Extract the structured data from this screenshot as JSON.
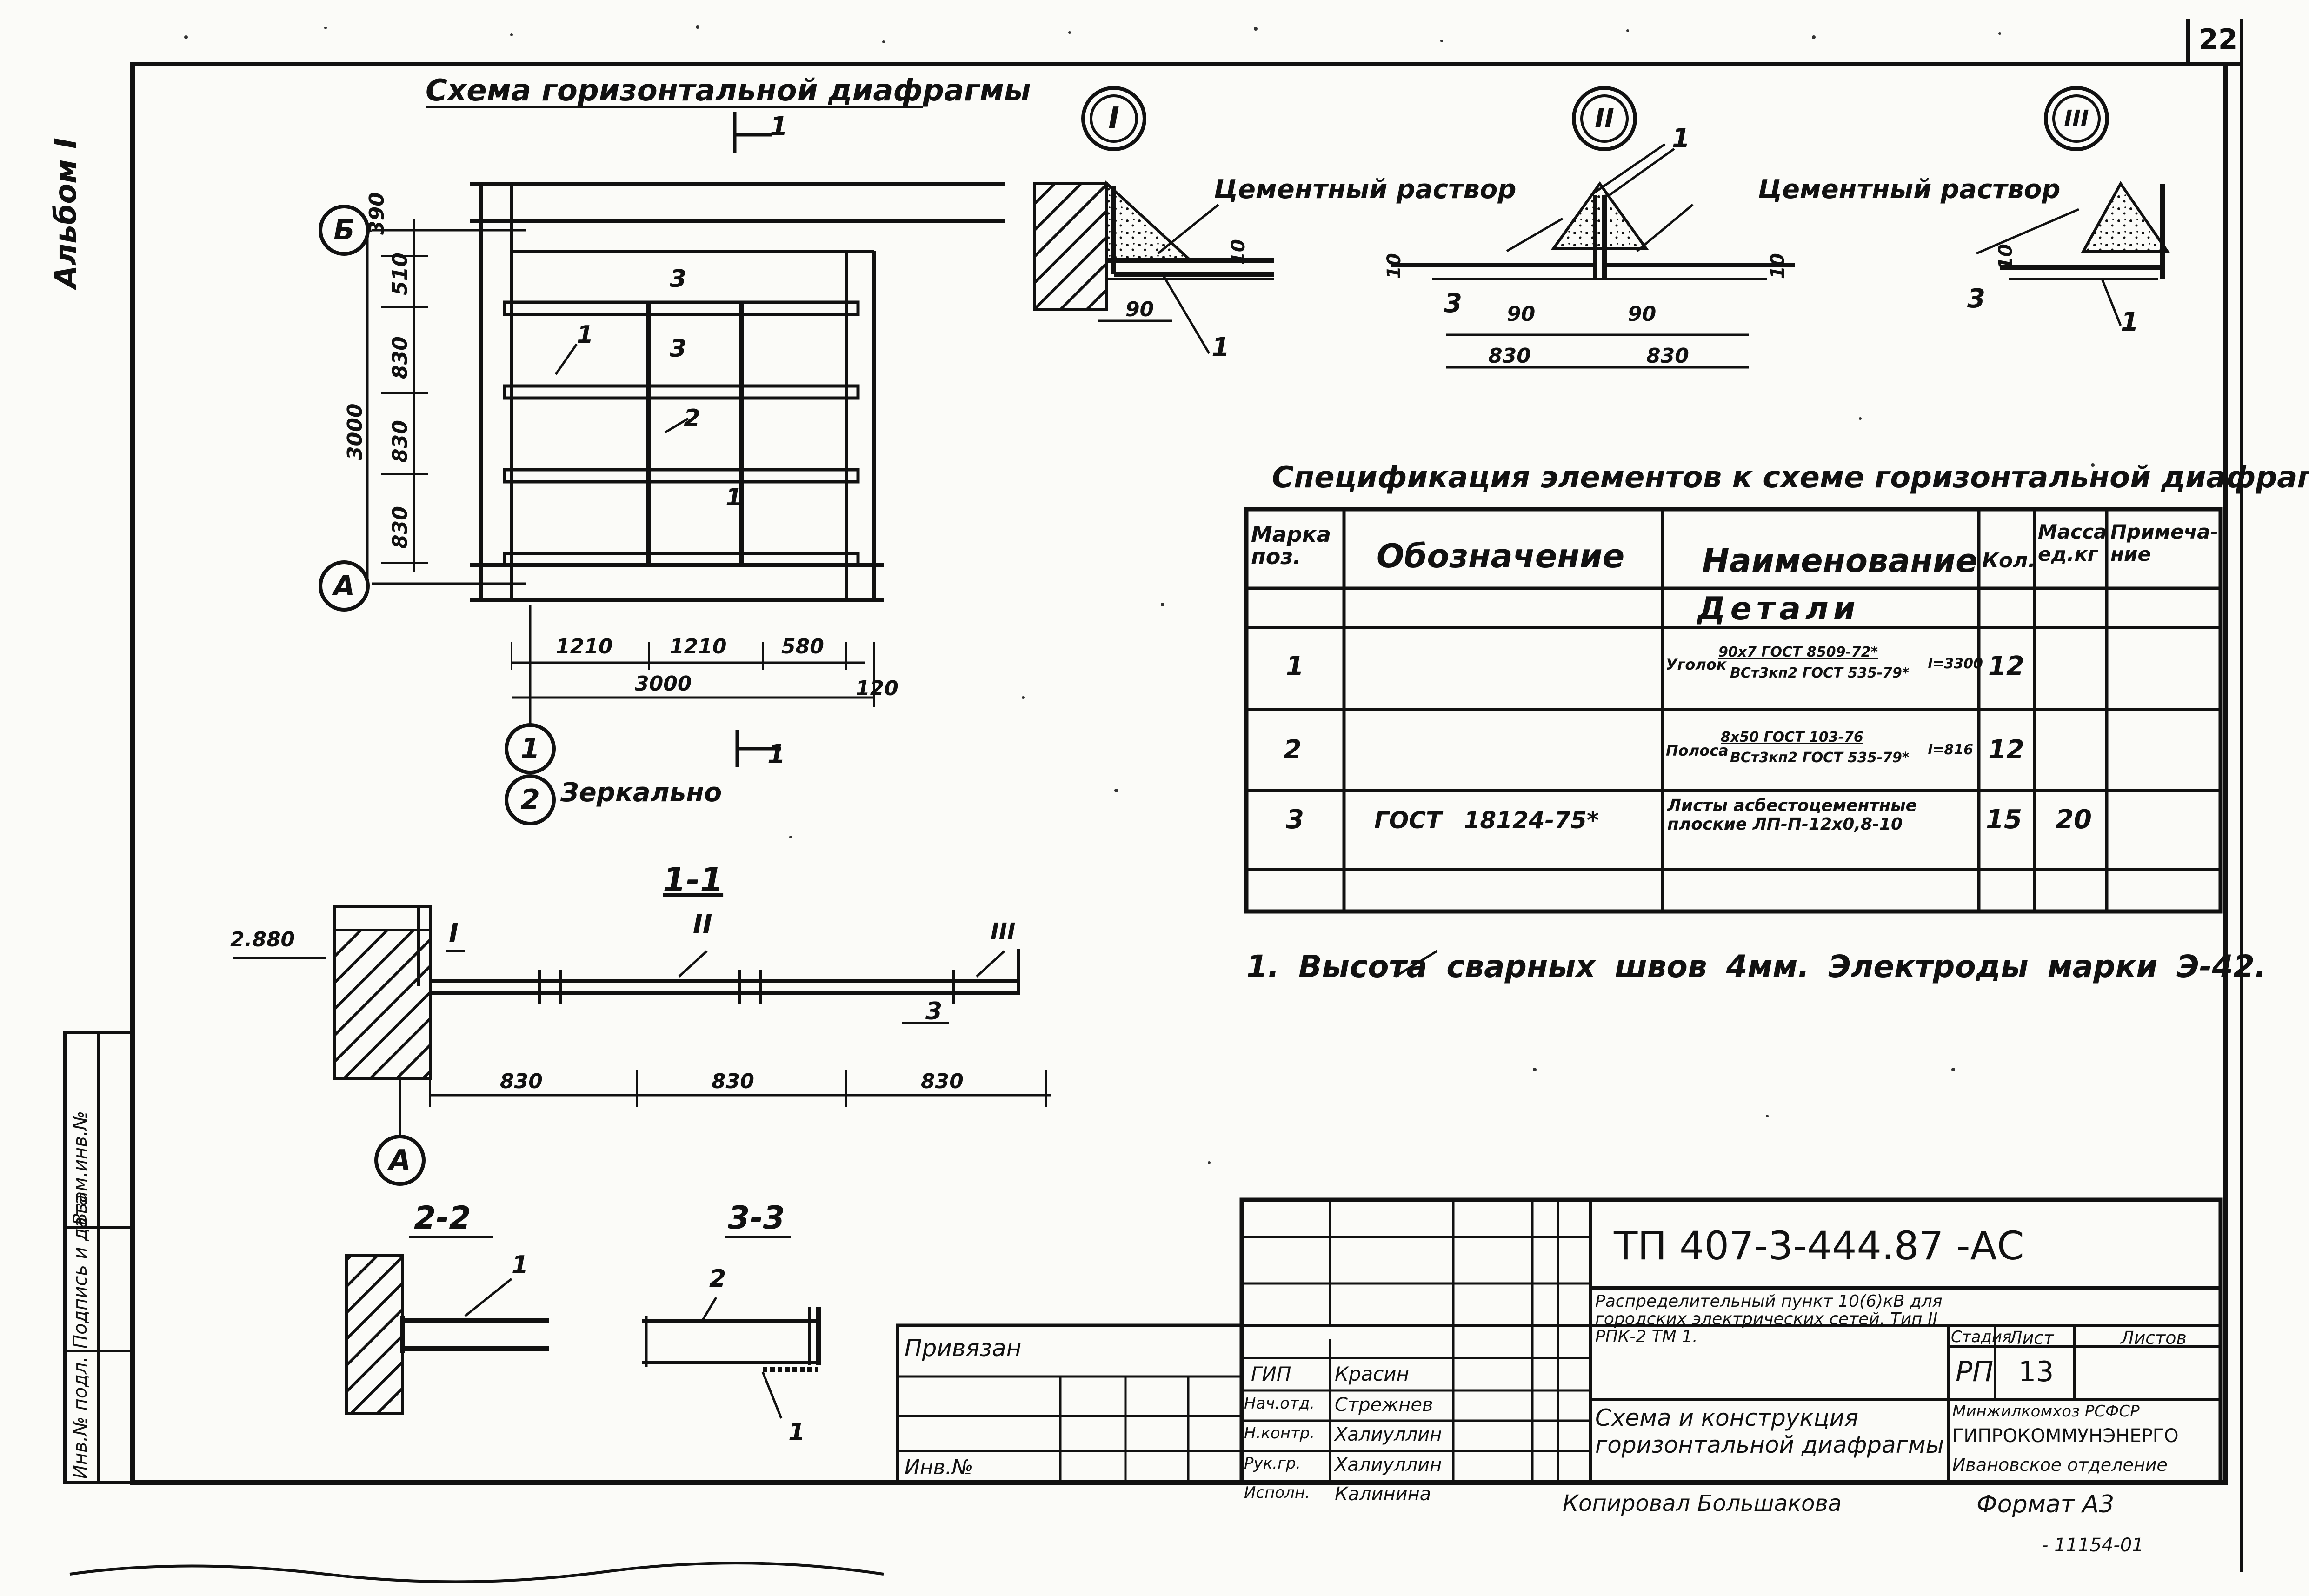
{
  "sheet_number": "22",
  "album": "Альбом I",
  "left_stamp": {
    "field1": "Инв.№ подл.",
    "field2": "Подпись и дата",
    "field3": "Взам.инв.№"
  },
  "plan": {
    "title": "Схема горизонтальной диафрагмы",
    "section_mark": "1",
    "axis_b": "Б",
    "axis_a": "А",
    "axis_1": "1",
    "axis_2": "2",
    "mirror": "Зеркально",
    "vertical_dims": [
      "390",
      "510",
      "830",
      "830",
      "830",
      "3000"
    ],
    "horizontal_dims": [
      "1210",
      "1210",
      "580",
      "3000",
      "120"
    ],
    "labels": [
      "1",
      "2",
      "3",
      "3",
      "1"
    ]
  },
  "details": {
    "node_I": "I",
    "node_II": "II",
    "node_III": "III",
    "mortar1": "Цементный раствор",
    "mortar2": "Цементный раствор",
    "dims": [
      "90",
      "90",
      "90",
      "830",
      "830",
      "10",
      "10",
      "10",
      "10"
    ],
    "labels": [
      "1",
      "1",
      "1",
      "3",
      "3",
      "1"
    ]
  },
  "section11": {
    "title": "1-1",
    "level": "2.880",
    "nodes": [
      "I",
      "II",
      "III"
    ],
    "dims": [
      "830",
      "830",
      "830"
    ],
    "label3": "3",
    "axis_a": "А"
  },
  "section22": {
    "title": "2-2",
    "label": "1"
  },
  "section33": {
    "title": "3-3",
    "label2": "2",
    "label1": "1"
  },
  "spec": {
    "title": "Спецификация элементов к схеме горизонтальной диафрагмы",
    "headers": [
      "Марка поз.",
      "Обозначение",
      "Наименование",
      "Кол.",
      "Масса ед.кг",
      "Примеча-ние"
    ],
    "group": "Детали",
    "rows": [
      {
        "pos": "1",
        "designation": "",
        "name_prefix": "Уголок",
        "name_top": "90х7 ГОСТ 8509-72*",
        "name_bottom": "ВСт3кп2 ГОСТ 535-79*",
        "length": "l=3300",
        "qty": "12",
        "mass": "",
        "note": ""
      },
      {
        "pos": "2",
        "designation": "",
        "name_prefix": "Полоса",
        "name_top": "8х50 ГОСТ 103-76",
        "name_bottom": "ВСт3кп2 ГОСТ 535-79*",
        "length": "l=816",
        "qty": "12",
        "mass": "",
        "note": ""
      },
      {
        "pos": "3",
        "designation": "ГОСТ 18124-75*",
        "name_prefix": "",
        "name_top": "Листы асбестоцементные",
        "name_bottom": "плоские ЛП-П-12х0,8-10",
        "length": "",
        "qty": "15",
        "mass": "20",
        "note": ""
      }
    ]
  },
  "note": "1. Высота сварных швов 4мм. Электроды марки Э-42.",
  "title_block": {
    "code": "ТП 407-3-444.87 -АС",
    "project": "Распределительный пункт 10(6)кВ для городских электрических сетей. Тип II РПК-2 ТМ 1.",
    "sheet_name": "Схема и конструкция горизонтальной диафрагмы",
    "stage_label": "Стадия",
    "sheet_label": "Лист",
    "sheets_label": "Листов",
    "stage": "РП",
    "sheet": "13",
    "org1": "Минжилкомхоз РСФСР",
    "org2": "ГИПРОКОММУНЭНЕРГО",
    "org3": "Ивановское отделение",
    "privyazan": "Привязан",
    "inv": "Инв.№",
    "staff": [
      {
        "role": "ГИП",
        "name": "Красин"
      },
      {
        "role": "Нач.отд.",
        "name": "Стрежнев"
      },
      {
        "role": "Н.контр.",
        "name": "Халиуллин"
      },
      {
        "role": "Рук.гр.",
        "name": "Халиуллин"
      },
      {
        "role": "Исполн.",
        "name": "Калинина"
      }
    ]
  },
  "copied": "Копировал Большакова",
  "format": "Формат А3",
  "archive": "- 11154-01"
}
